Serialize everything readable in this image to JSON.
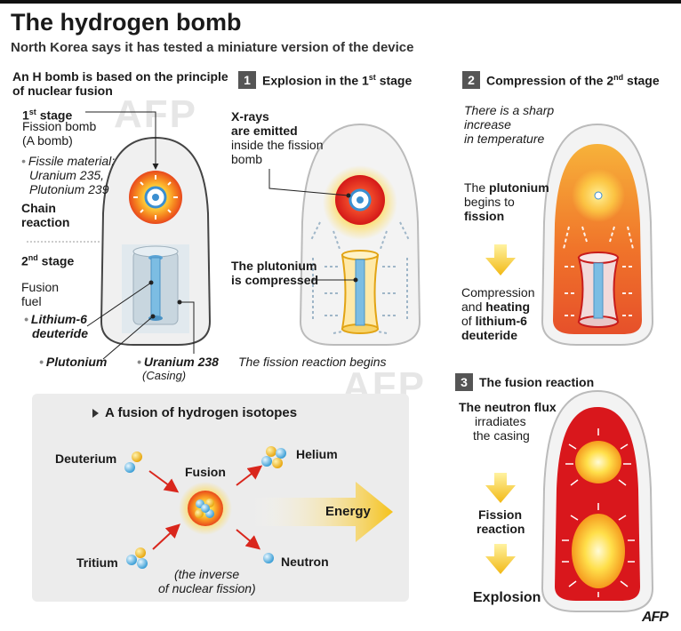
{
  "header": {
    "title": "The hydrogen bomb",
    "subtitle": "North Korea says it has tested a miniature version of the device"
  },
  "left": {
    "intro_line1": "An H bomb is based on the principle",
    "intro_line2": "of nuclear fusion",
    "stage1": {
      "label_num": "1",
      "label_sup": "st",
      "label_word": " stage",
      "line1": "Fission bomb",
      "line2": "(A bomb)",
      "material_label": "Fissile material:",
      "material_line1": "Uranium 235,",
      "material_line2": "Plutonium 239",
      "chain_line1": "Chain",
      "chain_line2": "reaction"
    },
    "stage2": {
      "label_num": "2",
      "label_sup": "nd",
      "label_word": " stage",
      "fuel_line1": "Fusion",
      "fuel_line2": "fuel",
      "lithium_line1": "Lithium-6",
      "lithium_line2": "deuteride",
      "plutonium": "Plutonium",
      "uranium": "Uranium 238",
      "casing": "(Casing)"
    }
  },
  "step1": {
    "number": "1",
    "title_main": "Explosion in the 1",
    "title_sup": "st",
    "title_tail": " stage",
    "xray_line1": "X-rays",
    "xray_line2": "are emitted",
    "xray_line3": "inside the fission",
    "xray_line4": "bomb",
    "plut_line1": "The plutonium",
    "plut_line2": "is compressed",
    "caption": "The fission reaction begins"
  },
  "step2": {
    "number": "2",
    "title_main": "Compression of the 2",
    "title_sup": "nd",
    "title_tail": " stage",
    "temp_line1": "There is a sharp",
    "temp_line2": "increase",
    "temp_line3": "in temperature",
    "plut_line1_a": "The ",
    "plut_line1_b": "plutonium",
    "plut_line2": "begins to",
    "plut_line3": "fission",
    "comp_line1": "Compression",
    "comp_line2_a": "and ",
    "comp_line2_b": "heating",
    "comp_line3_a": "of ",
    "comp_line3_b": "lithium-6",
    "comp_line4": "deuteride"
  },
  "step3": {
    "number": "3",
    "title": "The fusion reaction",
    "flux_line1": "The neutron flux",
    "flux_line2": "irradiates",
    "flux_line3": "the casing",
    "fission_line1": "Fission",
    "fission_line2": "reaction",
    "explosion": "Explosion"
  },
  "isotopes": {
    "title": "A fusion of hydrogen isotopes",
    "deuterium": "Deuterium",
    "tritium": "Tritium",
    "fusion": "Fusion",
    "helium": "Helium",
    "neutron": "Neutron",
    "energy": "Energy",
    "inverse_line1": "(the inverse",
    "inverse_line2": "of nuclear fission)"
  },
  "branding": {
    "logo": "AFP"
  },
  "colors": {
    "fire_red": "#e02020",
    "fire_orange": "#f59a1e",
    "fire_yellow": "#ffe24a",
    "arrow_yellow": "#f7c21b",
    "proton_yellow": "#f4c22a",
    "neutron_blue": "#5bb2e0",
    "casing_gray": "#cfd6dc",
    "badge_gray": "#555555"
  }
}
